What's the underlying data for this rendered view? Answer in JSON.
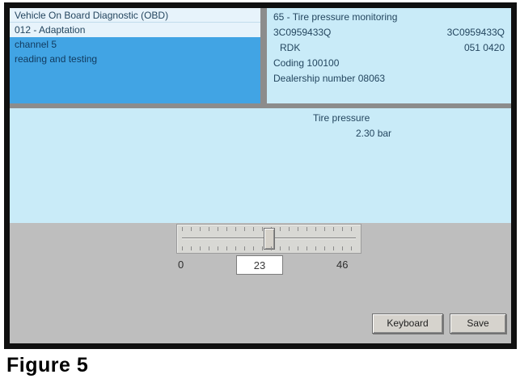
{
  "caption": "Figure 5",
  "window": {
    "nav_panel": {
      "title": "Vehicle On Board Diagnostic (OBD)",
      "function": "012 - Adaptation",
      "channel": "channel 5",
      "mode": "reading and testing"
    },
    "info_panel": {
      "address": "65 - Tire pressure monitoring",
      "part_number": "3C0959433Q",
      "part_number_alt": "3C0959433Q",
      "component": "RDK",
      "version": "051 0420",
      "coding": "Coding 100100",
      "dealership": "Dealership number 08063"
    },
    "measurement": {
      "label": "Tire pressure",
      "value": "2.30 bar"
    },
    "slider": {
      "min": "0",
      "value": "23",
      "max": "46"
    },
    "buttons": {
      "keyboard": "Keyboard",
      "save": "Save"
    },
    "colors": {
      "selection_blue": "#41a4e4",
      "panel_blue": "#c9ebf8",
      "chrome_gray": "#bebebe",
      "frame_black": "#101010"
    }
  }
}
